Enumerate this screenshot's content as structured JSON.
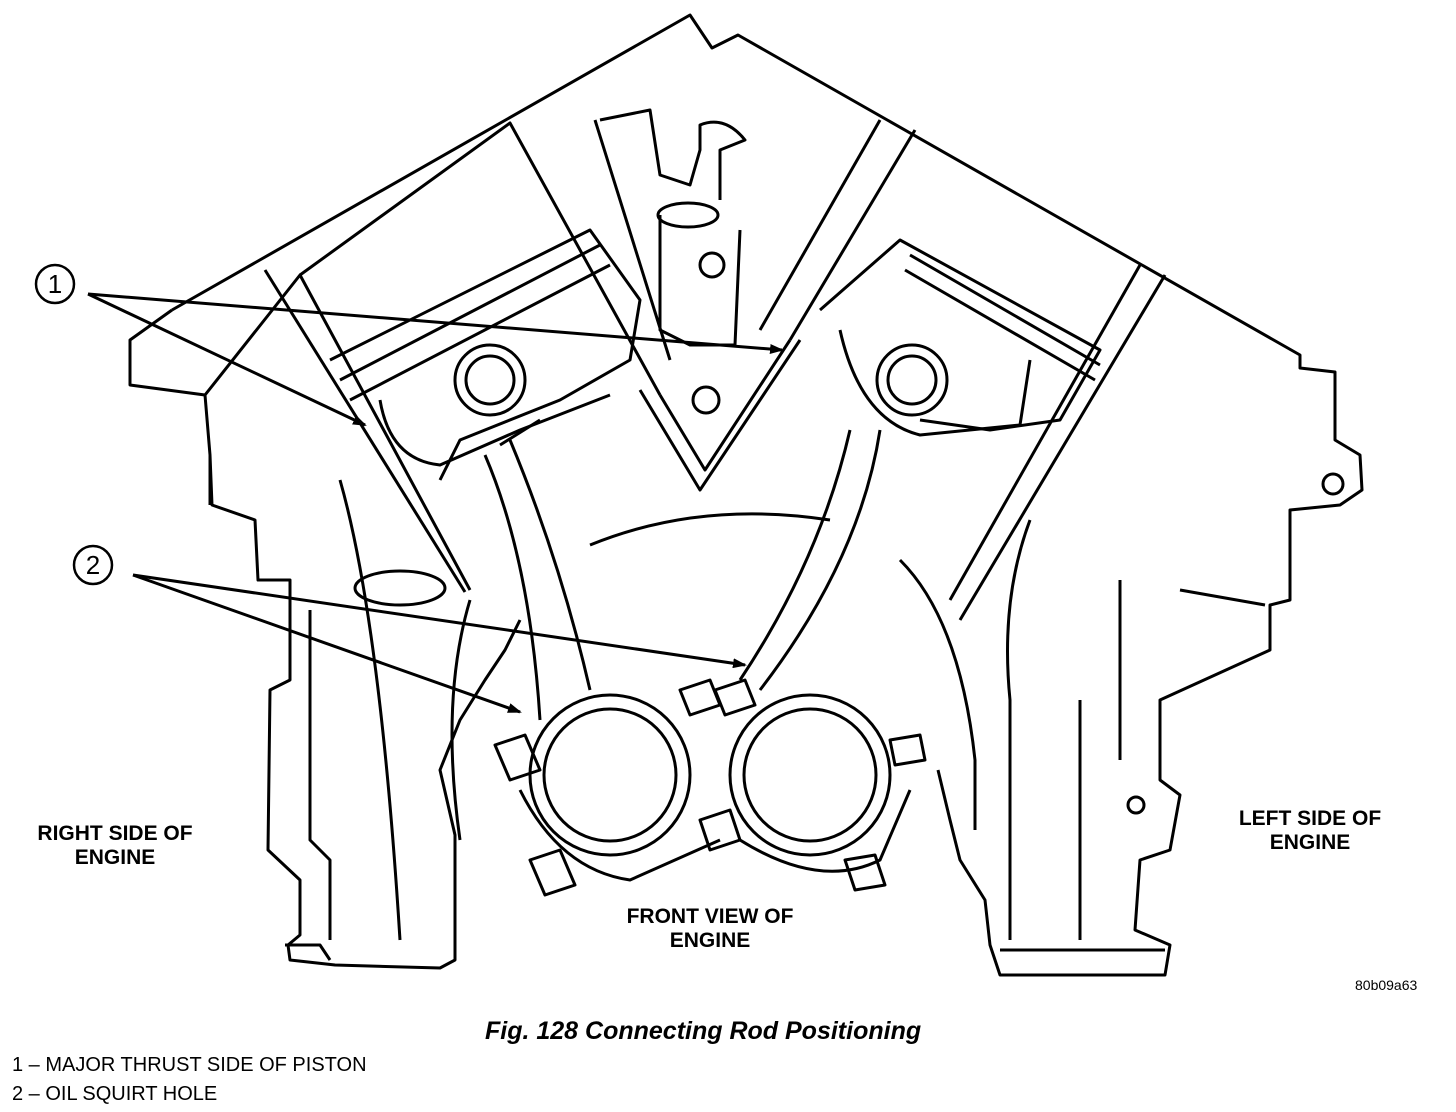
{
  "labels": {
    "right_side": "RIGHT SIDE OF ENGINE",
    "right_side_l1": "RIGHT SIDE OF",
    "right_side_l2": "ENGINE",
    "left_side_l1": "LEFT SIDE OF",
    "left_side_l2": "ENGINE",
    "front_view_l1": "FRONT VIEW OF",
    "front_view_l2": "ENGINE"
  },
  "callouts": [
    "1",
    "2"
  ],
  "image_code": "80b09a63",
  "caption": "Fig. 128 Connecting Rod Positioning",
  "legend": [
    {
      "num": "1",
      "text": "1 – MAJOR THRUST SIDE OF PISTON"
    },
    {
      "num": "2",
      "text": "2 – OIL SQUIRT HOLE"
    }
  ],
  "colors": {
    "line": "#000000",
    "background": "#ffffff"
  }
}
